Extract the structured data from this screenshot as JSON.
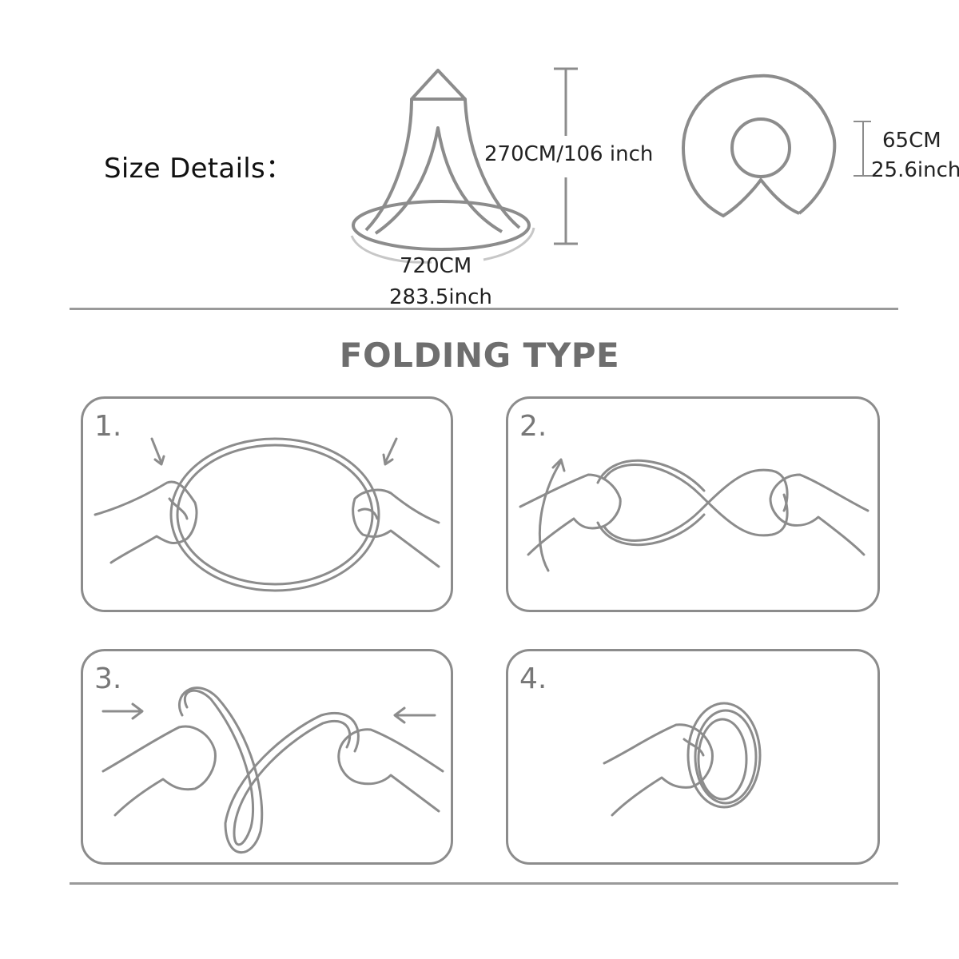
{
  "size_section": {
    "label": "Size Details：",
    "height_dim": "270CM/106 inch",
    "width_dim_cm": "720CM",
    "width_dim_inch": "283.5inch",
    "opening_dim_cm": "65CM",
    "opening_dim_inch": "25.6inch"
  },
  "folding": {
    "title": "FOLDING TYPE",
    "steps": [
      {
        "number": "1."
      },
      {
        "number": "2."
      },
      {
        "number": "3."
      },
      {
        "number": "4."
      }
    ]
  },
  "colors": {
    "line": "#8c8c8c",
    "title": "#6e6e6e"
  }
}
